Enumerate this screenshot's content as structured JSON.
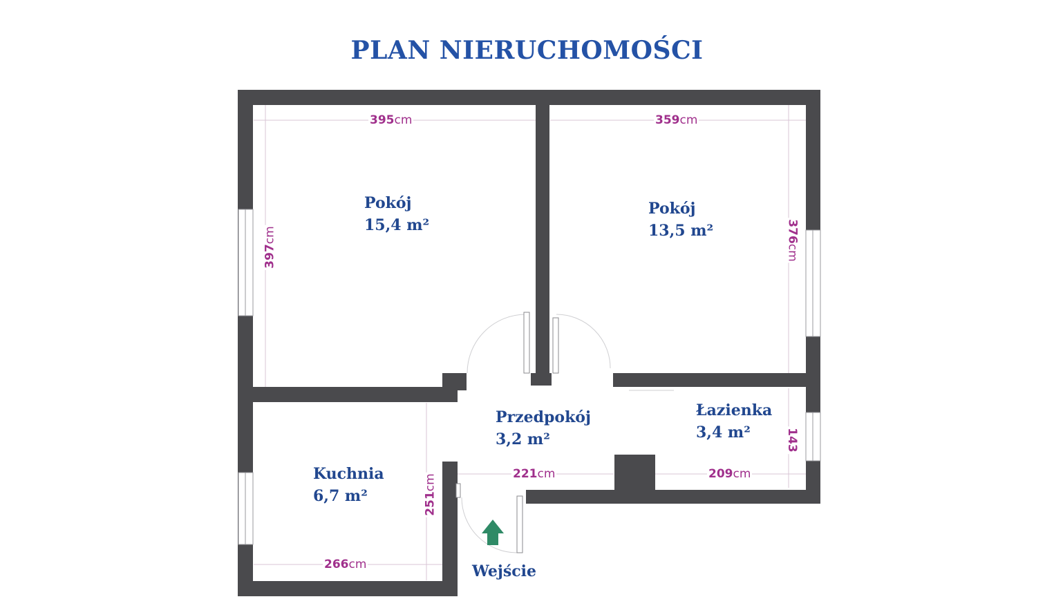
{
  "title": "PLAN NIERUCHOMOŚCI",
  "rooms": [
    {
      "id": "pokoj-1",
      "name": "Pokój",
      "area": "15,4 m²"
    },
    {
      "id": "pokoj-2",
      "name": "Pokój",
      "area": "13,5 m²"
    },
    {
      "id": "przedpokoj",
      "name": "Przedpokój",
      "area": "3,2 m²"
    },
    {
      "id": "lazienka",
      "name": "Łazienka",
      "area": "3,4 m²"
    },
    {
      "id": "kuchnia",
      "name": "Kuchnia",
      "area": "6,7 m²"
    }
  ],
  "dimensions": {
    "pokoj1_width": {
      "value": "395",
      "unit": "cm"
    },
    "pokoj2_width": {
      "value": "359",
      "unit": "cm"
    },
    "pokoj1_height": {
      "value": "397",
      "unit": "cm"
    },
    "pokoj2_height": {
      "value": "376",
      "unit": "cm"
    },
    "przedpokoj_width": {
      "value": "221",
      "unit": "cm"
    },
    "lazienka_width": {
      "value": "209",
      "unit": "cm"
    },
    "lazienka_height": {
      "value": "143",
      "unit": ""
    },
    "kuchnia_height": {
      "value": "251",
      "unit": "cm"
    },
    "kuchnia_width": {
      "value": "266",
      "unit": "cm"
    }
  },
  "entrance": {
    "label": "Wejście",
    "icon": "arrow-up-icon"
  },
  "colors": {
    "title": "#2452a6",
    "room_label": "#21478f",
    "wall": "#4a4a4d",
    "dimension": "#a0308c",
    "entrance_arrow": "#2f8a66"
  }
}
